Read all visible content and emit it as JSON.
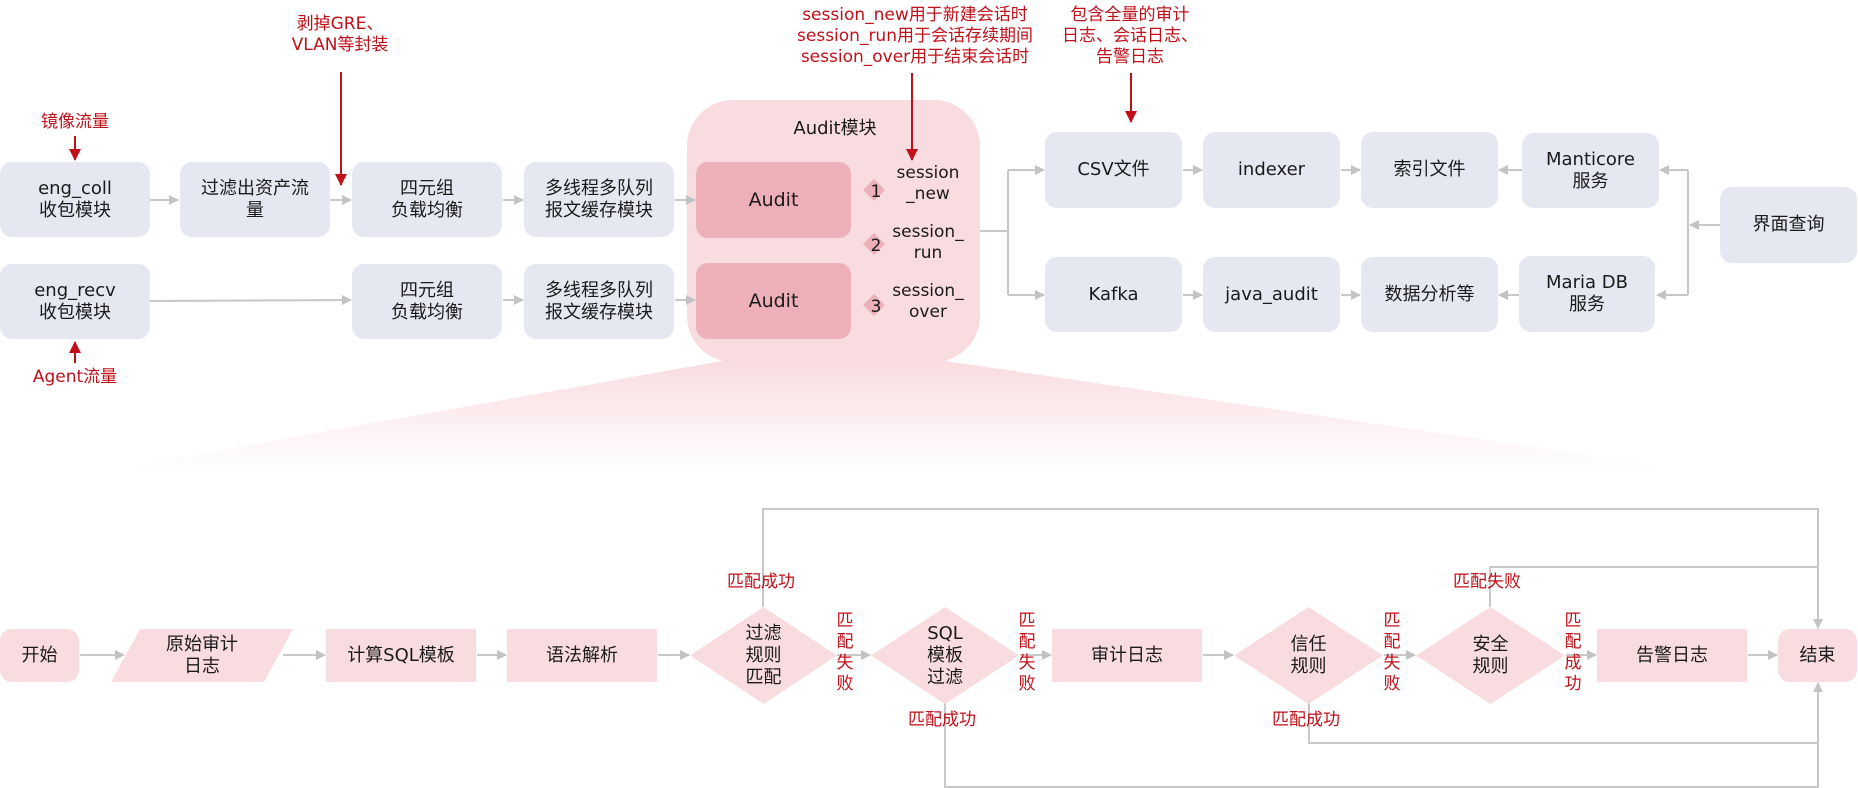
{
  "top_flow": {
    "inputs": {
      "mirror_traffic": "镜像流量",
      "agent_traffic": "Agent流量"
    },
    "annotations": {
      "strip_encap": [
        "剥掉GRE、",
        "VLAN等封装"
      ],
      "session_desc": [
        "session_new用于新建会话时",
        "session_run用于会话存续期间",
        "session_over用于结束会话时"
      ],
      "log_desc": [
        "包含全量的审计",
        "日志、会话日志、",
        "告警日志"
      ]
    },
    "nodes": {
      "eng_coll": [
        "eng_coll",
        "收包模块"
      ],
      "filter_asset": [
        "过滤出资产流",
        "量"
      ],
      "lb_1": [
        "四元组",
        "负载均衡"
      ],
      "mq_1": [
        "多线程多队列",
        "报文缓存模块"
      ],
      "eng_recv": [
        "eng_recv",
        "收包模块"
      ],
      "lb_2": [
        "四元组",
        "负载均衡"
      ],
      "mq_2": [
        "多线程多队列",
        "报文缓存模块"
      ],
      "csv": "CSV文件",
      "indexer": "indexer",
      "index_file": "索引文件",
      "manticore": [
        "Manticore",
        "服务"
      ],
      "kafka": "Kafka",
      "java_audit": "java_audit",
      "data_analysis": "数据分析等",
      "mariadb": [
        "Maria DB",
        "服务"
      ],
      "ui_query": "界面查询"
    },
    "audit_module": {
      "title": "Audit模块",
      "audit_1": "Audit",
      "audit_2": "Audit",
      "sessions": [
        {
          "num": "1",
          "label": [
            "session",
            "_new"
          ]
        },
        {
          "num": "2",
          "label": [
            "session_",
            "run"
          ]
        },
        {
          "num": "3",
          "label": [
            "session_",
            "over"
          ]
        }
      ]
    }
  },
  "bottom_flow": {
    "start": "开始",
    "raw_log": [
      "原始审计",
      "日志"
    ],
    "calc_sql": "计算SQL模板",
    "parse": "语法解析",
    "filter_rule": [
      "过滤",
      "规则",
      "匹配"
    ],
    "sql_filter": [
      "SQL",
      "模板",
      "过滤"
    ],
    "audit_log": "审计日志",
    "trust_rule": [
      "信任",
      "规则"
    ],
    "security_rule": [
      "安全",
      "规则"
    ],
    "alert_log": "告警日志",
    "end": "结束",
    "labels": {
      "match_fail_v": [
        "匹",
        "配",
        "失",
        "败"
      ],
      "match_success_v": [
        "匹",
        "配",
        "成",
        "功"
      ],
      "match_success": "匹配成功",
      "match_fail": "匹配失败"
    }
  },
  "colors": {
    "accent_red": "#c0101a",
    "node_grey": "#e5e8f1",
    "node_pink": "#f9dce0",
    "audit_box": "#eeb0b8",
    "connector": "#c8c8c8"
  }
}
